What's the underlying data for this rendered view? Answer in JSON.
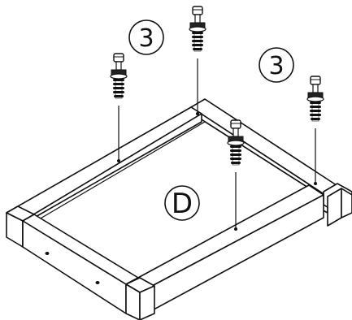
{
  "diagram": {
    "part_label": "D",
    "callouts": [
      {
        "text": "3"
      },
      {
        "text": "3"
      }
    ],
    "colors": {
      "line": "#111111",
      "background": "#ffffff"
    },
    "icons": [
      "cam-bolt-icon",
      "cam-bolt-icon",
      "cam-bolt-icon",
      "cam-bolt-icon"
    ]
  }
}
